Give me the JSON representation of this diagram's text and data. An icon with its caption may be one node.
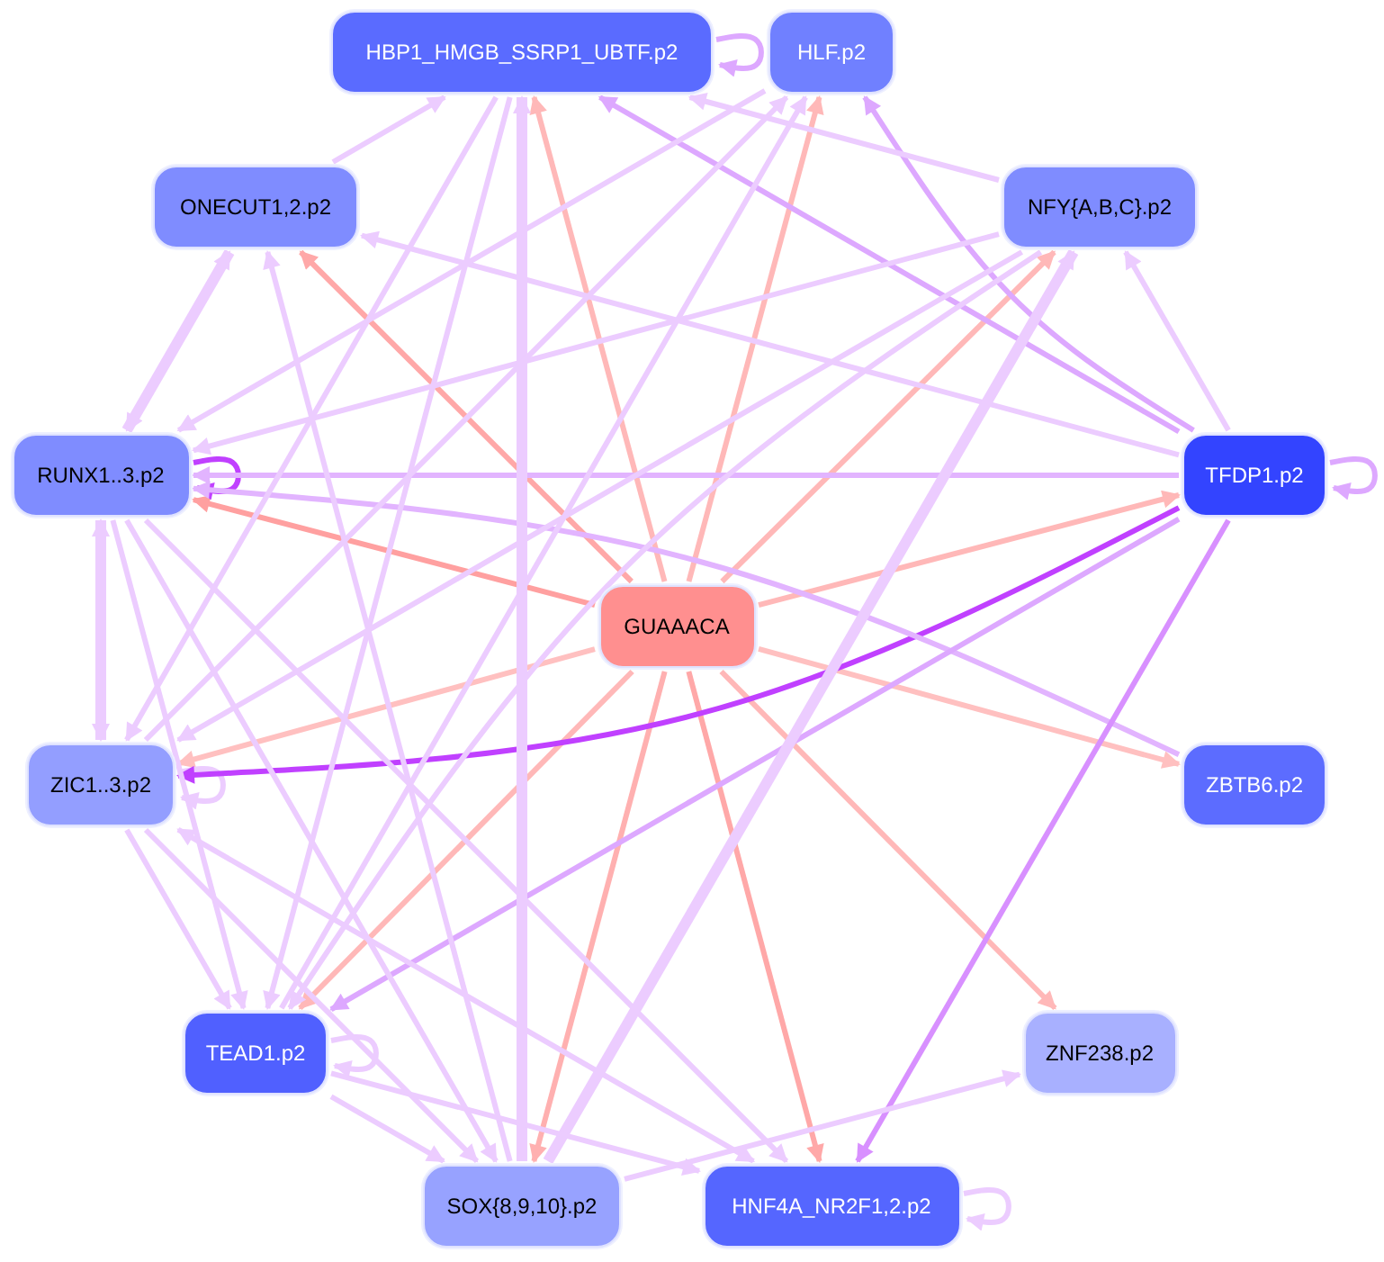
{
  "diagram": {
    "nodes": [
      {
        "text": [
          "HBP1_HMGB_SSRP1_UBTF.p2"
        ]
      },
      {
        "text": [
          "HLF.p2"
        ]
      },
      {
        "text": [
          "ONECUT1,2.p2"
        ]
      },
      {
        "text": [
          "NFY{A,B,C}.p2"
        ]
      },
      {
        "text": [
          "RUNX1..3.p2"
        ]
      },
      {
        "text": [
          "TFDP1.p2"
        ]
      },
      {
        "text": [
          "GUAAACA"
        ]
      },
      {
        "text": [
          "ZIC1..3.p2"
        ]
      },
      {
        "text": [
          "ZBTB6.p2"
        ]
      },
      {
        "text": [
          "TEAD1.p2"
        ]
      },
      {
        "text": [
          "ZNF238.p2"
        ]
      },
      {
        "text": [
          "SOX{8,9,10}.p2"
        ]
      },
      {
        "text": [
          "HNF4A_NR2F1,2.p2"
        ]
      }
    ],
    "edges": [
      {
        "from": 6,
        "to": 0,
        "arrow": "to",
        "color": "#ffb8b8"
      },
      {
        "from": 6,
        "to": 1,
        "arrow": "to",
        "color": "#ffb8b8"
      },
      {
        "from": 6,
        "to": 2,
        "arrow": "to",
        "color": "#ffa8a8"
      },
      {
        "from": 6,
        "to": 3,
        "arrow": "to",
        "color": "#ffb8b8"
      },
      {
        "from": 6,
        "to": 4,
        "arrow": "to",
        "color": "#ffa0a0"
      },
      {
        "from": 6,
        "to": 5,
        "arrow": "to",
        "color": "#ffb8b8"
      },
      {
        "from": 6,
        "to": 7,
        "arrow": "to",
        "color": "#ffc0c0"
      },
      {
        "from": 6,
        "to": 8,
        "arrow": "to",
        "color": "#ffc0c0"
      },
      {
        "from": 6,
        "to": 9,
        "arrow": "to",
        "color": "#ffb8b8"
      },
      {
        "from": 6,
        "to": 10,
        "arrow": "to",
        "color": "#ffb8b8"
      },
      {
        "from": 6,
        "to": 11,
        "arrow": "to",
        "color": "#ffb0b0"
      },
      {
        "from": 6,
        "to": 12,
        "arrow": "to",
        "color": "#ffa8a8"
      },
      {
        "from": 0,
        "to": 0,
        "arrow": "to",
        "color": "#dda8ff"
      },
      {
        "from": 4,
        "to": 4,
        "arrow": "to",
        "color": "#c040ff"
      },
      {
        "from": 5,
        "to": 5,
        "arrow": "to",
        "color": "#dda8ff"
      },
      {
        "from": 7,
        "to": 7,
        "arrow": "to"
      },
      {
        "from": 9,
        "to": 9,
        "arrow": "to"
      },
      {
        "from": 12,
        "to": 12,
        "arrow": "to"
      },
      {
        "from": 2,
        "to": 0,
        "arrow": "to"
      },
      {
        "from": 2,
        "to": 4,
        "arrow": "both",
        "style": "thick"
      },
      {
        "from": 4,
        "to": 7,
        "arrow": "both",
        "style": "thick"
      },
      {
        "from": 5,
        "to": 4,
        "arrow": "to",
        "color": "#e2b4ff"
      },
      {
        "from": 5,
        "to": 7,
        "arrow": "to",
        "color": "#c040ff"
      },
      {
        "from": 8,
        "to": 4,
        "arrow": "to",
        "color": "#e2b4ff"
      },
      {
        "from": 5,
        "to": 0,
        "arrow": "to",
        "color": "#dda8ff"
      },
      {
        "from": 5,
        "to": 1,
        "arrow": "to",
        "color": "#dda8ff"
      },
      {
        "from": 5,
        "to": 3,
        "arrow": "to"
      },
      {
        "from": 5,
        "to": 2,
        "arrow": "to"
      },
      {
        "from": 5,
        "to": 9,
        "arrow": "to",
        "color": "#dda8ff"
      },
      {
        "from": 5,
        "to": 12,
        "arrow": "to",
        "color": "#d890ff"
      },
      {
        "from": 3,
        "to": 0,
        "arrow": "to"
      },
      {
        "from": 3,
        "to": 4,
        "arrow": "to"
      },
      {
        "from": 3,
        "to": 7,
        "arrow": "to"
      },
      {
        "from": 11,
        "to": 3,
        "arrow": "to",
        "style": "thick"
      },
      {
        "from": 11,
        "to": 0,
        "arrow": "to",
        "style": "thick"
      },
      {
        "from": 7,
        "to": 1,
        "arrow": "to"
      },
      {
        "from": 9,
        "to": 1,
        "arrow": "to"
      },
      {
        "from": 1,
        "to": 4,
        "arrow": "to"
      },
      {
        "from": 0,
        "to": 7,
        "arrow": "to"
      },
      {
        "from": 0,
        "to": 9,
        "arrow": "to"
      },
      {
        "from": 11,
        "to": 2,
        "arrow": "to"
      },
      {
        "from": 4,
        "to": 11,
        "arrow": "to"
      },
      {
        "from": 4,
        "to": 12,
        "arrow": "to"
      },
      {
        "from": 4,
        "to": 9,
        "arrow": "to"
      },
      {
        "from": 7,
        "to": 9,
        "arrow": "to"
      },
      {
        "from": 7,
        "to": 11,
        "arrow": "to"
      },
      {
        "from": 12,
        "to": 7,
        "arrow": "both"
      },
      {
        "from": 9,
        "to": 12,
        "arrow": "to"
      },
      {
        "from": 9,
        "to": 11,
        "arrow": "to"
      },
      {
        "from": 11,
        "to": 10,
        "arrow": "to"
      },
      {
        "from": 3,
        "to": 9,
        "arrow": "to"
      }
    ]
  }
}
